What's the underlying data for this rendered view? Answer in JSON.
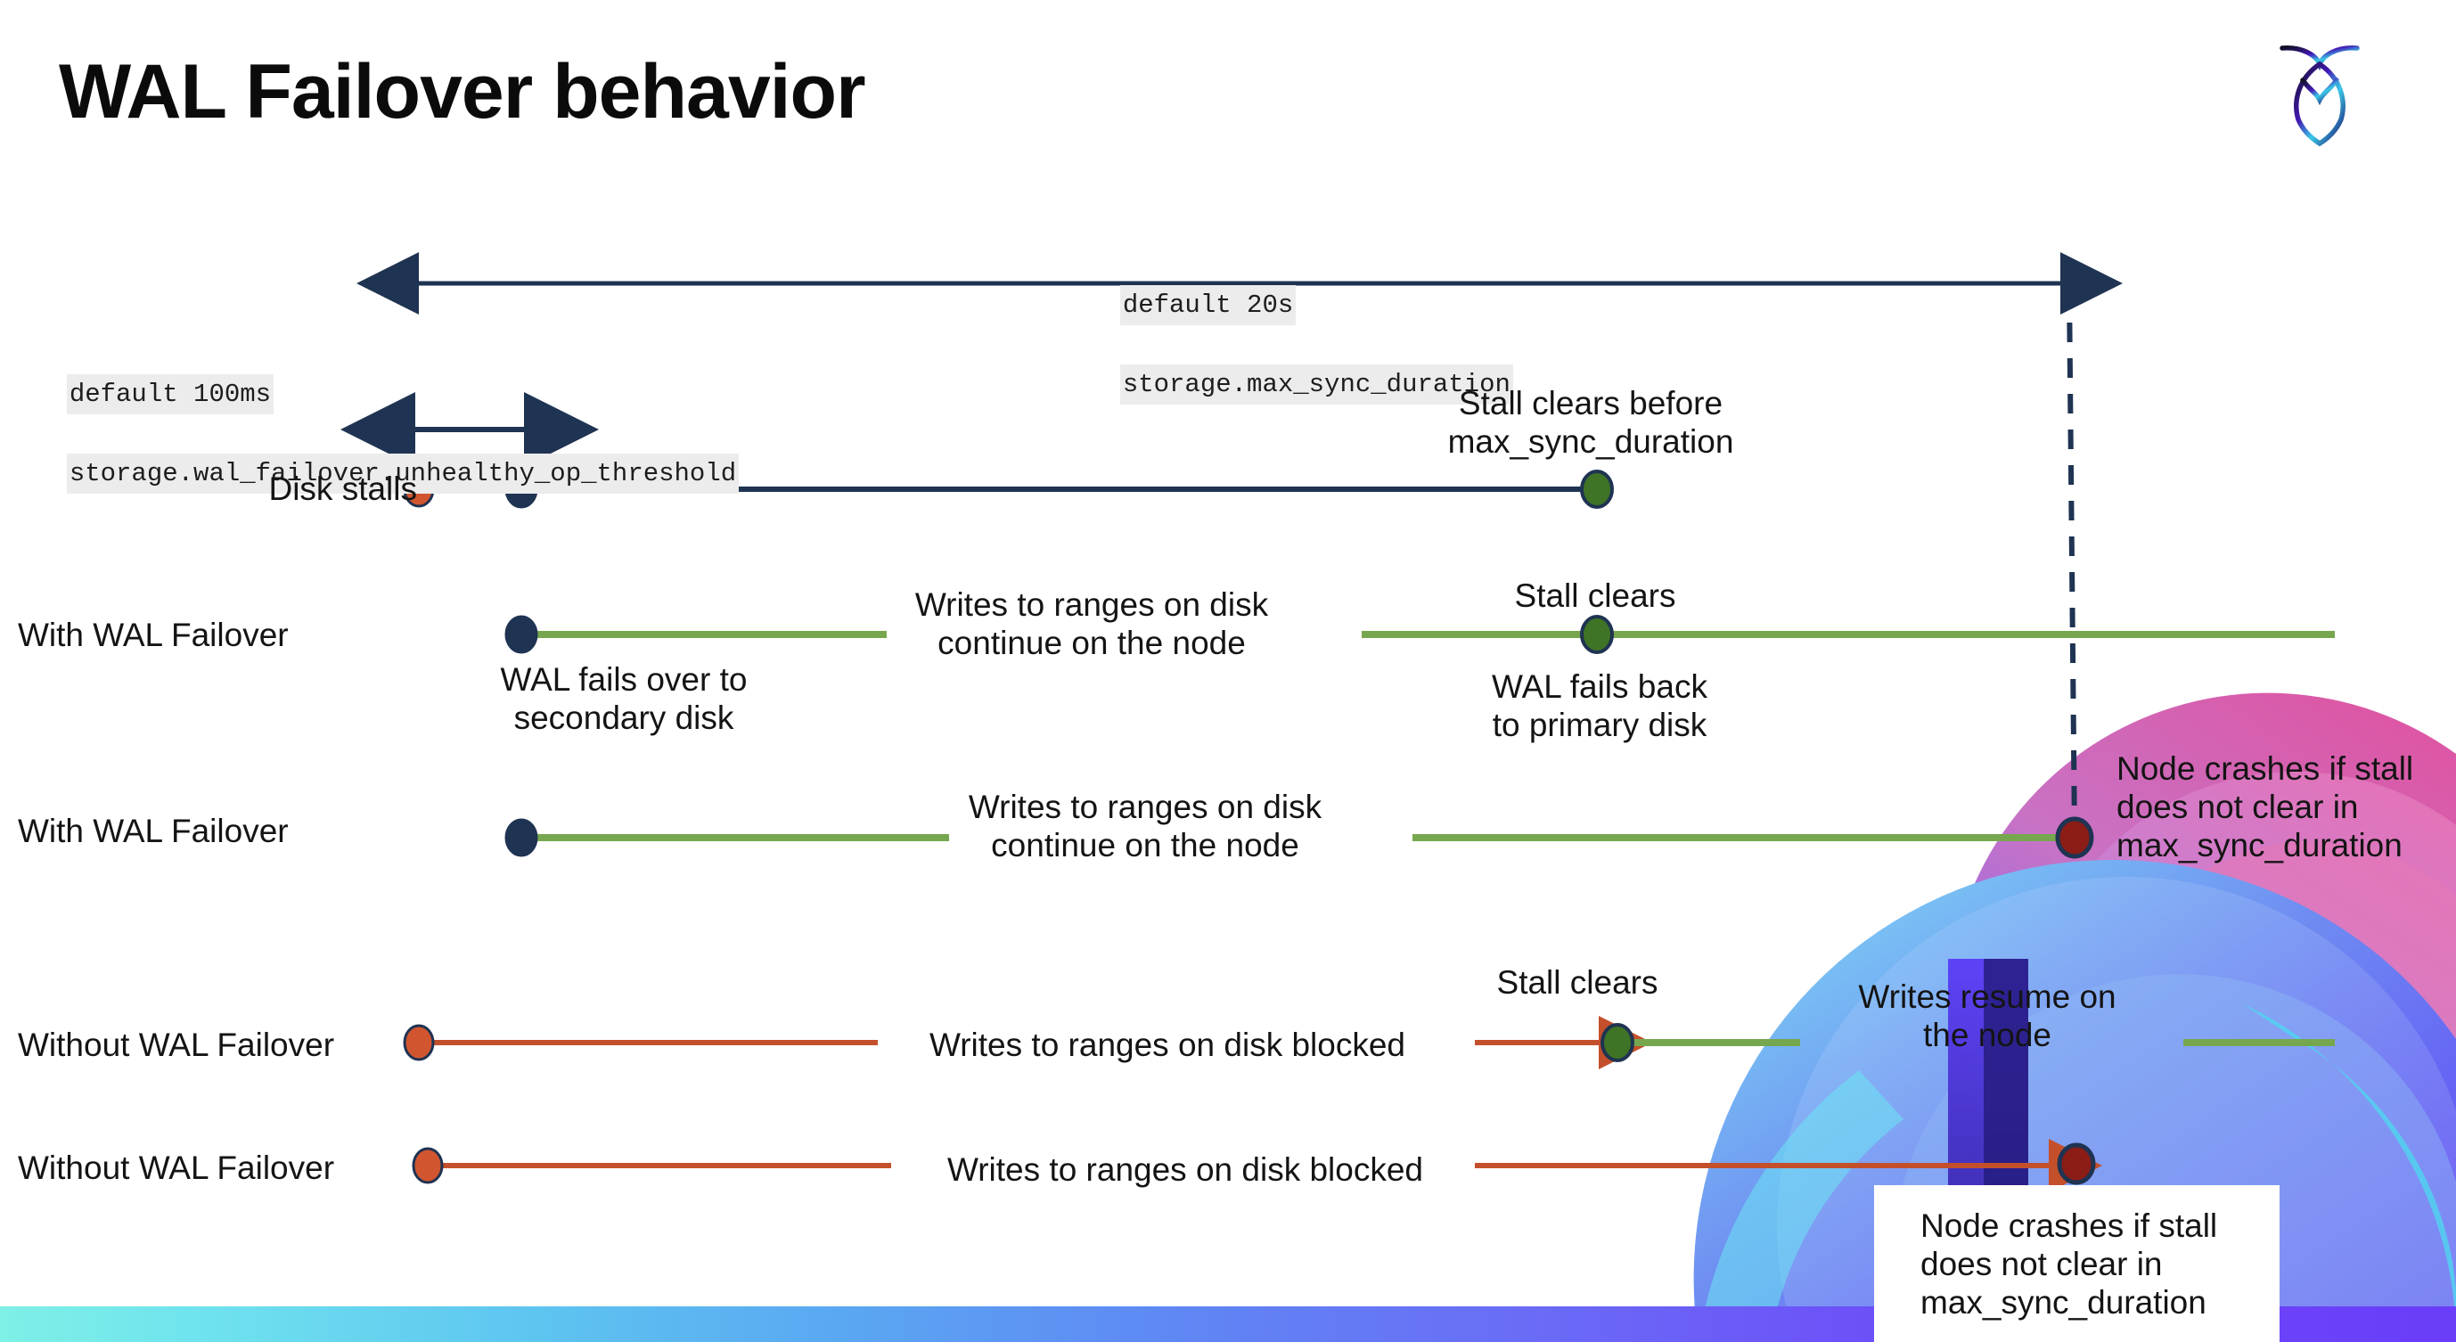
{
  "slide": {
    "title": "WAL Failover behavior",
    "logo_name": "cockroachdb-logo"
  },
  "colors": {
    "navy": "#1f3352",
    "green_line": "#76a74e",
    "green_dot": "#3f7326",
    "orange_line": "#c4502b",
    "orange_dot": "#d1562f",
    "dark_red_dot": "#8b1d16",
    "chip_bg": "#ececed",
    "gradient_start": "#7ff0e6",
    "gradient_end": "#6a3df9"
  },
  "settings": {
    "max_sync": {
      "default": "default 20s",
      "name": "storage.max_sync_duration"
    },
    "unhealthy_op": {
      "default": "default 100ms",
      "name": "storage.wal_failover.unhealthy_op_threshold"
    }
  },
  "rows": [
    {
      "id": "disk-stalls",
      "label": "Disk stalls",
      "annotations": [
        "Stall clears before\nmax_sync_duration"
      ]
    },
    {
      "id": "with-wal-failover-clears",
      "label": "With WAL Failover",
      "annotations": [
        "Writes to ranges on disk\ncontinue on the node",
        "Stall clears",
        "WAL fails over to\nsecondary disk",
        "WAL fails  back\nto primary disk"
      ]
    },
    {
      "id": "with-wal-failover-crash",
      "label": "With WAL Failover",
      "annotations": [
        "Writes to ranges on disk\ncontinue on the node",
        "Node crashes if stall\ndoes not clear in\nmax_sync_duration"
      ]
    },
    {
      "id": "without-wal-failover-clears",
      "label": "Without WAL Failover",
      "annotations": [
        "Writes to ranges on disk  blocked",
        "Stall clears",
        "Writes resume on\nthe node"
      ]
    },
    {
      "id": "without-wal-failover-crash",
      "label": "Without WAL Failover",
      "annotations": [
        "Writes to ranges on disk  blocked",
        "Node crashes if stall\ndoes not clear in\nmax_sync_duration"
      ]
    }
  ],
  "labels": {
    "disk_stalls": "Disk stalls",
    "with_wal_failover_1": "With WAL Failover",
    "with_wal_failover_2": "With WAL Failover",
    "without_wal_failover_1": "Without WAL Failover",
    "without_wal_failover_2": "Without WAL Failover"
  },
  "annotations": {
    "stall_clears_before_max": "Stall clears before\nmax_sync_duration",
    "writes_continue_1": "Writes to ranges on disk\ncontinue on the node",
    "writes_continue_2": "Writes to ranges on disk\ncontinue on the node",
    "stall_clears_1": "Stall clears",
    "stall_clears_2": "Stall clears",
    "wal_fails_over": "WAL fails over to\nsecondary disk",
    "wal_fails_back": "WAL fails  back\nto primary disk",
    "node_crashes_1": "Node crashes if stall\ndoes not clear in\nmax_sync_duration",
    "node_crashes_2": "Node crashes if stall\ndoes not clear in\nmax_sync_duration",
    "writes_blocked_1": "Writes to ranges on disk  blocked",
    "writes_blocked_2": "Writes to ranges on disk  blocked",
    "writes_resume": "Writes resume on\nthe node"
  }
}
